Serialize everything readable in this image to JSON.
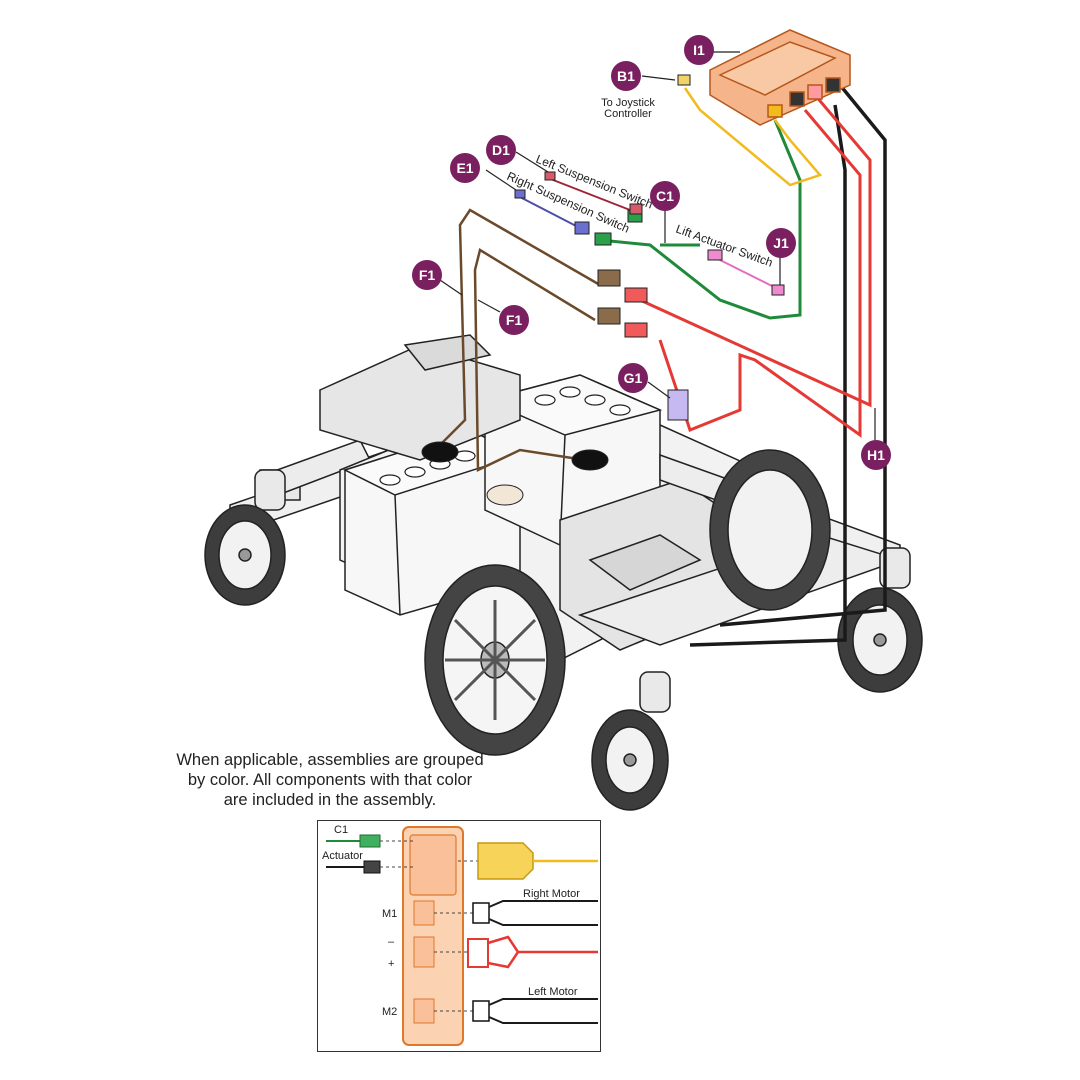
{
  "colors": {
    "orange": "#f28c3c",
    "yellow": "#f1bb1d",
    "green": "#1f8a3a",
    "red": "#e53935",
    "black": "#1a1a1a",
    "brown": "#6b4a2b",
    "purple": "#7a2060",
    "pink": "#e46fc0",
    "blue": "#4b4fa8",
    "lavender": "#9a86d6"
  },
  "callouts": {
    "i1": "I1",
    "b1": "B1",
    "d1": "D1",
    "e1": "E1",
    "c1": "C1",
    "j1": "J1",
    "f1a": "F1",
    "f1b": "F1",
    "g1": "G1",
    "h1": "H1"
  },
  "labels": {
    "joystick_line1": "To Joystick",
    "joystick_line2": "Controller",
    "left_suspension": "Left Suspension Switch",
    "right_suspension": "Right Suspension Switch",
    "lift_actuator": "Lift Actuator Switch"
  },
  "caption": {
    "line1": "When applicable, assemblies are grouped",
    "line2": "by color. All components with that color",
    "line3": "are included in the assembly."
  },
  "legend": {
    "c1": "C1",
    "actuator": "Actuator",
    "m1": "M1",
    "m2": "M2",
    "minus": "–",
    "plus": "+",
    "right_motor": "Right Motor",
    "left_motor": "Left Motor"
  }
}
